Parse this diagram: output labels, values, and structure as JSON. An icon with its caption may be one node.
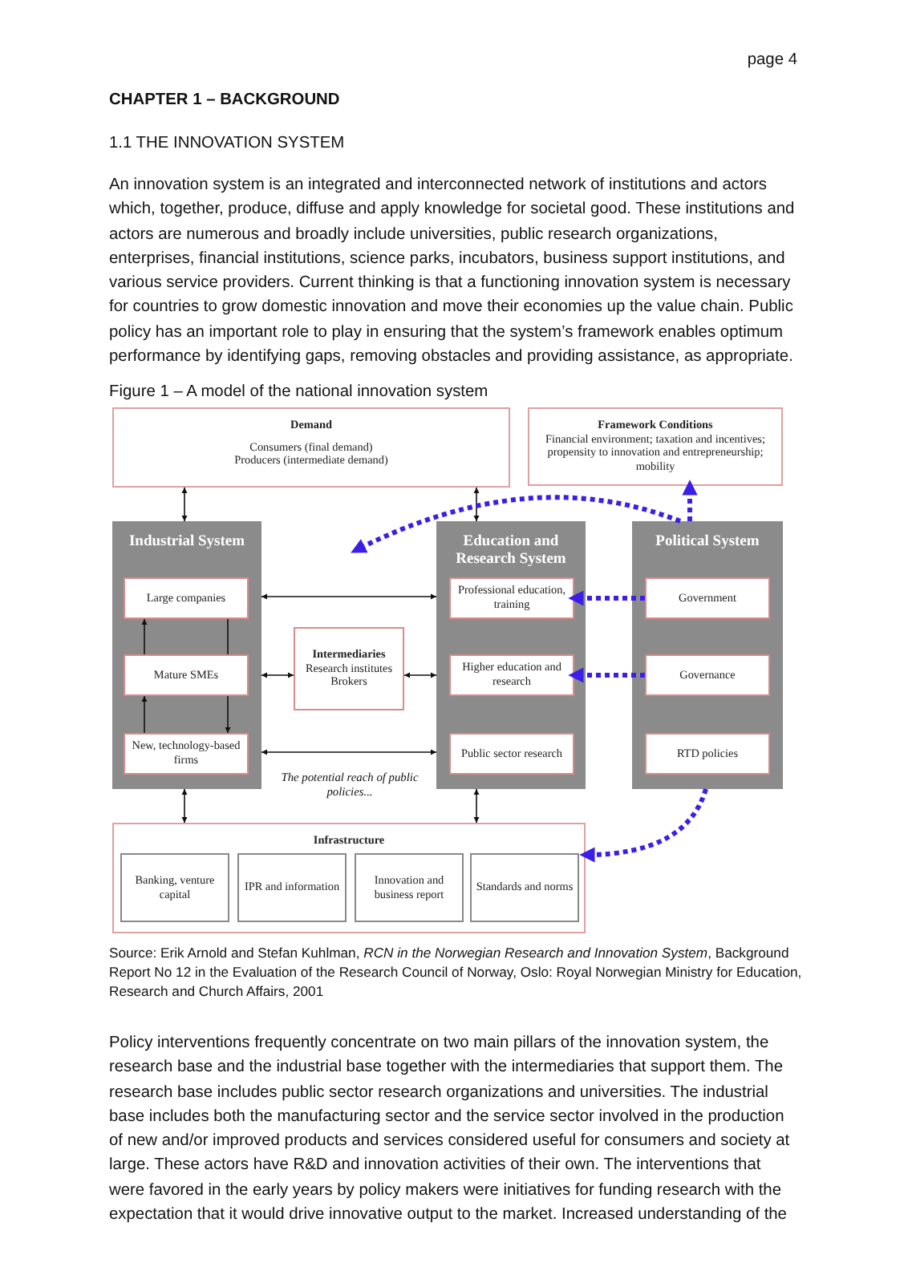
{
  "diagram": {
    "title": "Figure 1 – A model of the national innovation system",
    "caption": "Source: Erik Arnold and Stefan Kuhlman, *RCN in the Norwegian Research and Innovation System*, Background Report No 12 in the Evaluation of the Research Council of Norway, Oslo: Royal Norwegian Ministry for Education, Research and Church Affairs, 2001",
    "nodes": [
      {
        "text": [
          "Demand",
          "Consumers (final demand)",
          "Producers (intermediate demand)"
        ]
      },
      {
        "text": [
          "Framework Conditions",
          "Financial environment; taxation and incentives; propensity to innovation and entrepreneurship; mobility"
        ]
      },
      {
        "text": [
          "Industrial System"
        ]
      },
      {
        "text": [
          "Large companies"
        ],
        "in": 2
      },
      {
        "text": [
          "Mature SMEs"
        ],
        "in": 2
      },
      {
        "text": [
          "New, technology-based firms"
        ],
        "in": 2
      },
      {
        "text": [
          "Intermediaries",
          "Research institutes",
          "Brokers"
        ]
      },
      {
        "text": [
          "Education and Research System"
        ]
      },
      {
        "text": [
          "Professional education, training"
        ],
        "in": 7
      },
      {
        "text": [
          "Higher education and research"
        ],
        "in": 7
      },
      {
        "text": [
          "Public sector research"
        ],
        "in": 7
      },
      {
        "text": [
          "Political System"
        ]
      },
      {
        "text": [
          "Government"
        ],
        "in": 11
      },
      {
        "text": [
          "Governance"
        ],
        "in": 11
      },
      {
        "text": [
          "RTD policies"
        ],
        "in": 11
      },
      {
        "text": [
          "Infrastructure"
        ]
      },
      {
        "text": [
          "Banking, venture capital"
        ],
        "in": 15
      },
      {
        "text": [
          "IPR and information"
        ],
        "in": 15
      },
      {
        "text": [
          "Innovation and business report"
        ],
        "in": 15
      },
      {
        "text": [
          "Standards and norms"
        ],
        "in": 15
      }
    ],
    "edges": [
      {
        "from": 0,
        "to": 2,
        "arrow": "both"
      },
      {
        "from": 0,
        "to": 7,
        "arrow": "both"
      },
      {
        "from": 2,
        "to": 7,
        "arrow": "both"
      },
      {
        "from": 2,
        "to": 6,
        "arrow": "both"
      },
      {
        "from": 6,
        "to": 7,
        "arrow": "both"
      },
      {
        "from": 2,
        "to": 7,
        "arrow": "both"
      },
      {
        "from": 5,
        "to": 4,
        "arrow": "to"
      },
      {
        "from": 4,
        "to": 3,
        "arrow": "to"
      },
      {
        "from": 3,
        "to": 4,
        "arrow": "none"
      },
      {
        "from": 4,
        "to": 5,
        "arrow": "to"
      },
      {
        "from": 2,
        "to": 15,
        "arrow": "both"
      },
      {
        "from": 7,
        "to": 15,
        "arrow": "both"
      },
      {
        "from": 11,
        "to": 1,
        "arrow": "to",
        "style": "dashed",
        "color": "#3b1ee8"
      },
      {
        "from": 11,
        "to": null,
        "arrow": "to",
        "style": "dashed",
        "color": "#3b1ee8"
      },
      {
        "from": 12,
        "to": 8,
        "arrow": "to",
        "style": "dashed",
        "color": "#3b1ee8"
      },
      {
        "from": 13,
        "to": 9,
        "arrow": "to",
        "style": "dashed",
        "color": "#3b1ee8"
      },
      {
        "from": 11,
        "to": 15,
        "arrow": "to",
        "style": "dashed",
        "color": "#3b1ee8"
      }
    ],
    "labels": [
      "page 4",
      "CHAPTER 1 – BACKGROUND",
      "1.1 THE INNOVATION SYSTEM",
      "An innovation system is an integrated and interconnected network of institutions and actors which, together, produce, diffuse and apply knowledge for societal good. These institutions and actors are numerous and broadly include universities, public research organizations, enterprises, financial institutions, science parks, incubators, business support institutions, and various service providers. Current thinking is that a functioning innovation system is necessary for countries to grow domestic innovation and move their economies up the value chain. Public policy has an important role to play in ensuring that the system’s framework enables optimum performance by identifying gaps, removing obstacles and providing assistance, as appropriate.",
      "The potential reach of public policies...",
      "Policy interventions frequently concentrate on two main pillars of the innovation system, the research base and the industrial base together with the intermediaries that support them. The research base includes public sector research organizations and universities. The industrial base includes both the manufacturing sector and the service sector involved in the production of new and/or improved products and services considered useful for consumers and society at large. These actors have R&D and innovation activities of their own. The interventions that were favored in the early years by policy makers were initiatives for funding research with the expectation that it would drive innovative output to the market. Increased understanding of the"
    ]
  }
}
